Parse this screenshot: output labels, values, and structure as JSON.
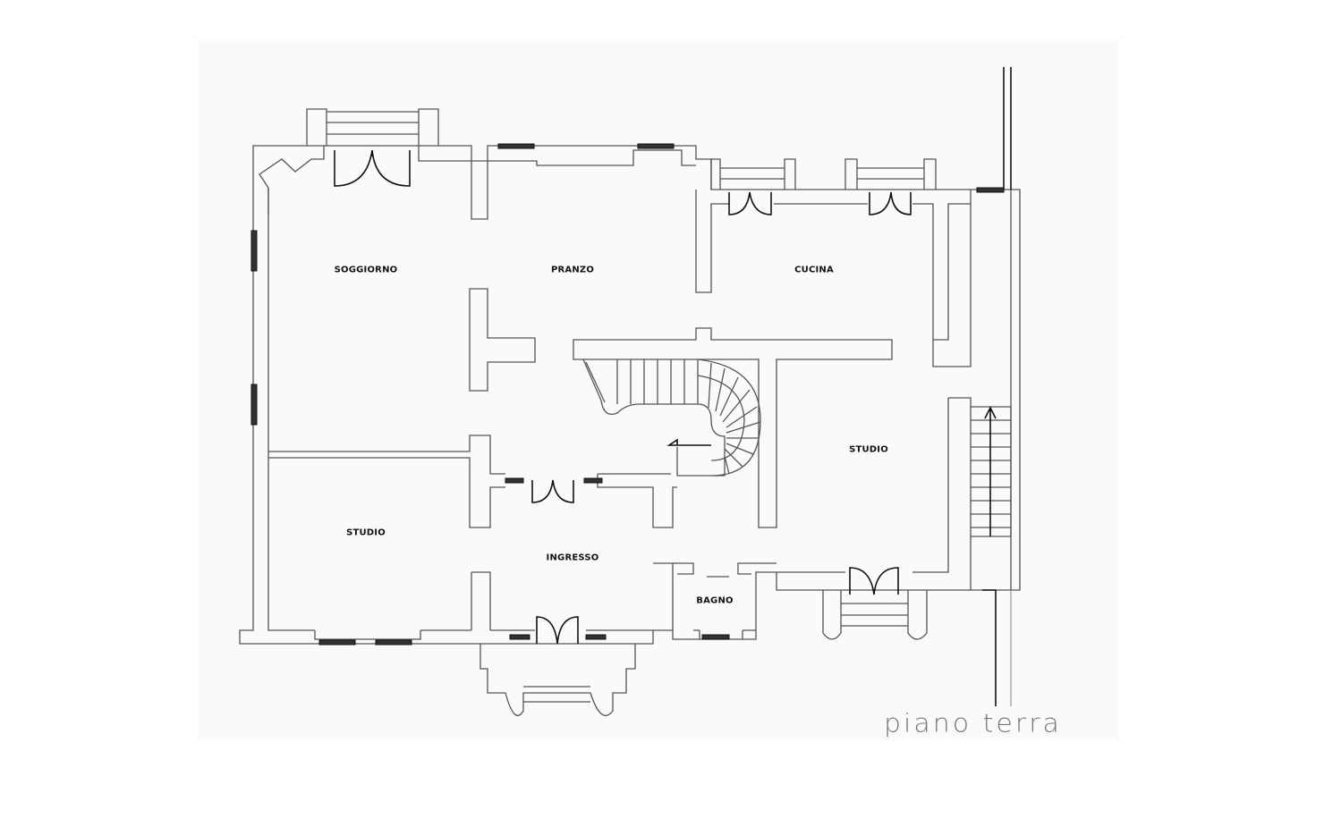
{
  "plan": {
    "title": "piano terra",
    "rooms": {
      "soggiorno": "SOGGIORNO",
      "pranzo": "PRANZO",
      "cucina": "CUCINA",
      "studio_right": "STUDIO",
      "studio_left": "STUDIO",
      "ingresso": "INGRESSO",
      "bagno": "BAGNO"
    }
  }
}
